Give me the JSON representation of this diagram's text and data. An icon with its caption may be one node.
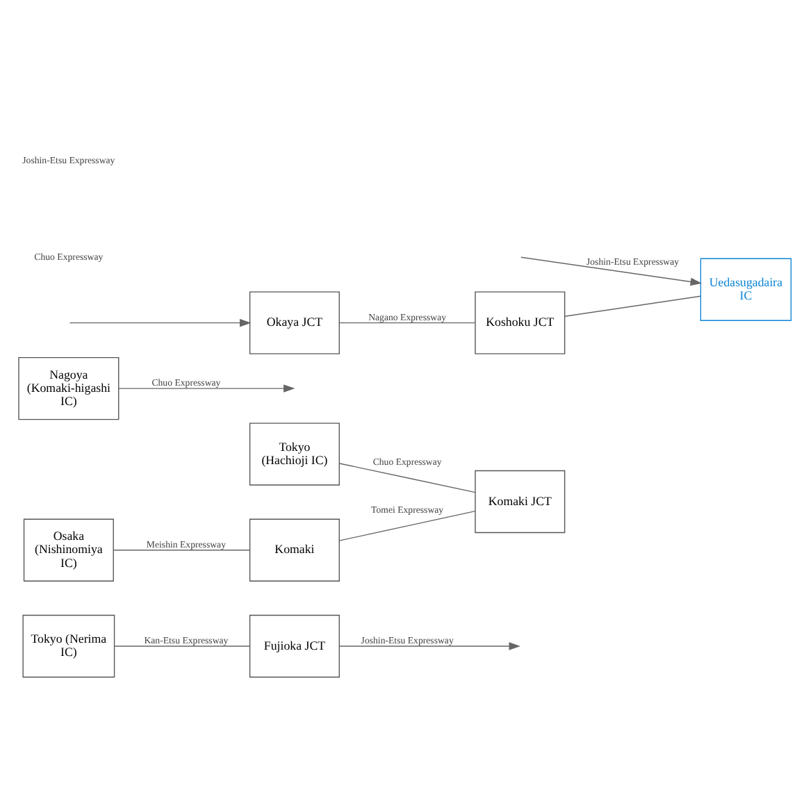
{
  "diagram": {
    "nodes": [
      {
        "text": [
          "Tokyo (Nerima IC)"
        ]
      },
      {
        "text": [
          "Fujioka JCT"
        ]
      },
      {
        "text": [
          "Tokyo (Hachioji IC)"
        ]
      },
      {
        "text": [
          "Nagoya (Komaki-higashi IC)"
        ]
      },
      {
        "text": [
          "Osaka (Nishinomiya IC)"
        ]
      },
      {
        "text": [
          "Komaki"
        ]
      },
      {
        "text": [
          "Komaki JCT"
        ]
      },
      {
        "text": [
          "Okaya JCT"
        ]
      },
      {
        "text": [
          "Koshoku JCT"
        ]
      },
      {
        "text": [
          "Uedasugadaira IC"
        ]
      }
    ],
    "edges": [
      {
        "from": 0,
        "to": 1,
        "arrow": "none",
        "label": "Kan-Etsu Expressway"
      },
      {
        "from": 1,
        "to": null,
        "arrow": "to",
        "label": "Joshin-Etsu Expressway"
      },
      {
        "from": 2,
        "to": 6,
        "arrow": "none",
        "label": "Chuo Expressway"
      },
      {
        "from": 3,
        "to": null,
        "arrow": "to",
        "label": "Chuo Expressway"
      },
      {
        "from": 4,
        "to": 5,
        "arrow": "none",
        "label": "Meishin Expressway"
      },
      {
        "from": 5,
        "to": 6,
        "arrow": "none",
        "label": "Tomei Expressway"
      },
      {
        "from": null,
        "to": 9,
        "arrow": "to",
        "label": "Joshin-Etsu Expressway"
      },
      {
        "from": null,
        "to": 7,
        "arrow": "to"
      },
      {
        "from": 7,
        "to": 8,
        "arrow": "none",
        "label": "Nagano Expressway"
      },
      {
        "from": 8,
        "to": 9,
        "arrow": "none"
      }
    ],
    "labels": [
      "Chuo Expressway",
      "Joshin-Etsu Expressway"
    ]
  }
}
